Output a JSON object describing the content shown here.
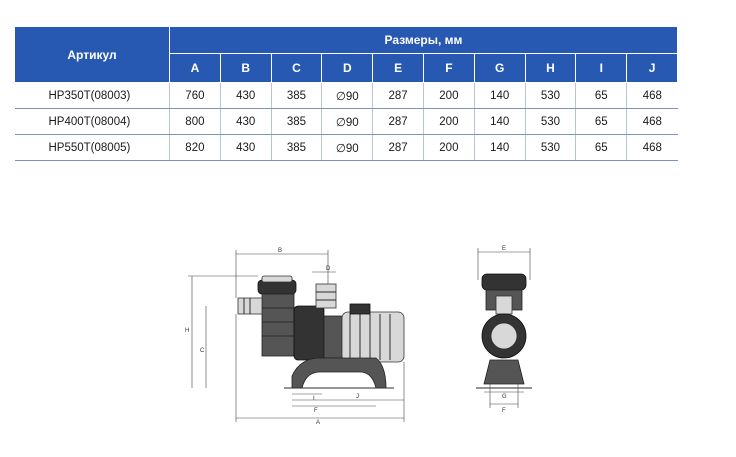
{
  "table": {
    "article_header": "Артикул",
    "dimensions_header": "Размеры, мм",
    "columns": [
      "A",
      "B",
      "C",
      "D",
      "E",
      "F",
      "G",
      "H",
      "I",
      "J"
    ],
    "rows": [
      {
        "model": "HP350T(08003)",
        "values": [
          "760",
          "430",
          "385",
          "∅90",
          "287",
          "200",
          "140",
          "530",
          "65",
          "468"
        ]
      },
      {
        "model": "HP400T(08004)",
        "values": [
          "800",
          "430",
          "385",
          "∅90",
          "287",
          "200",
          "140",
          "530",
          "65",
          "468"
        ]
      },
      {
        "model": "HP550T(08005)",
        "values": [
          "820",
          "430",
          "385",
          "∅90",
          "287",
          "200",
          "140",
          "530",
          "65",
          "468"
        ]
      }
    ]
  },
  "drawing_labels": {
    "side": [
      "B",
      "H",
      "C",
      "D",
      "I",
      "F",
      "J",
      "A"
    ],
    "front": [
      "E",
      "G",
      "F"
    ]
  }
}
